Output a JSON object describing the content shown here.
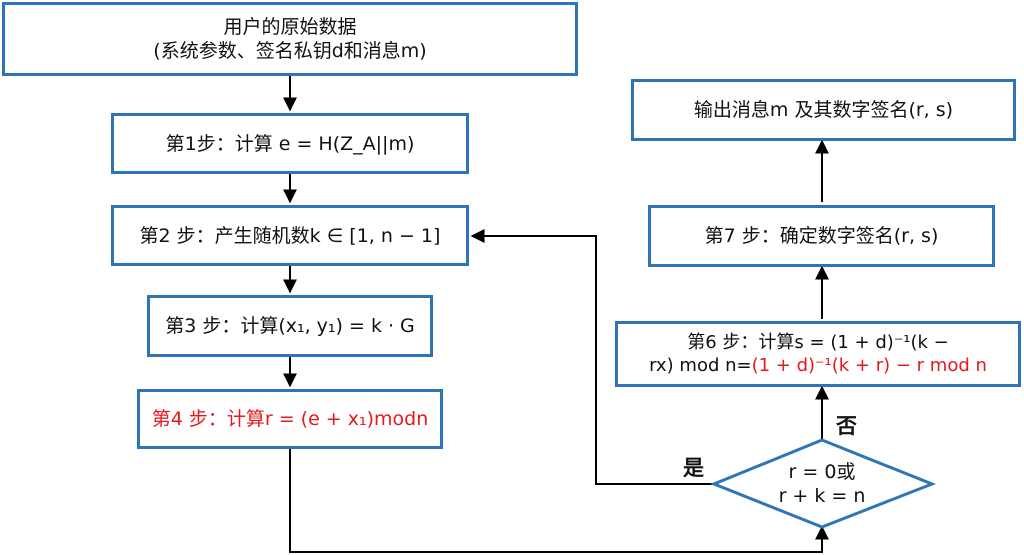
{
  "colors": {
    "border": "#2e75b6",
    "highlight": "#e8191a",
    "line": "#000000"
  },
  "nodes": {
    "start": {
      "line1": "用户的原始数据",
      "line2": "(系统参数、签名私钥d和消息m)"
    },
    "step1": {
      "label": "第1步：计算 e = H(Z_A||m)"
    },
    "step2": {
      "label": "第2 步：产生随机数k ∈ [1, n − 1]"
    },
    "step3": {
      "label": "第3 步：计算(x₁, y₁) = k · G"
    },
    "step4": {
      "label": "第4 步：计算r = (e + x₁)modn"
    },
    "decision": {
      "line1": "r = 0或",
      "line2": "r + k = n"
    },
    "step6": {
      "line1": "第6 步：计算s = (1 + d)⁻¹(k −",
      "line2_black": "rx) mod n=",
      "line2_red": "(1 + d)⁻¹(k + r) − r mod n"
    },
    "step7": {
      "label": "第7 步：确定数字签名(r, s)"
    },
    "output": {
      "label": "输出消息m 及其数字签名(r, s)"
    }
  },
  "edge_labels": {
    "yes": "是",
    "no": "否"
  }
}
